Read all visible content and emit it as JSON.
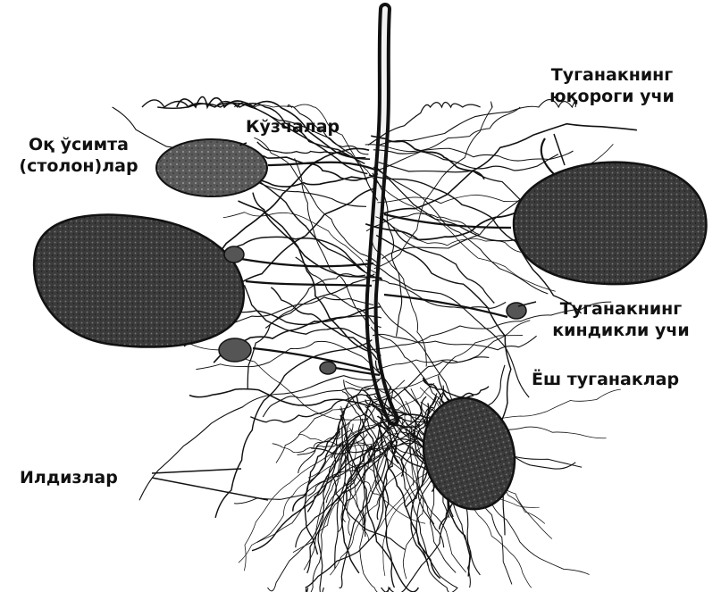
{
  "labels": {
    "stolon_line1": "Оқ ўсимта",
    "stolon_line2": "(столон)лар",
    "buds": "Кўзчалар",
    "top_end_line1": "Туганакнинг",
    "top_end_line2": "юқороги учи",
    "navel_end_line1": "Туганакнинг",
    "navel_end_line2": "киндикли учи",
    "young_tubers": "Ёш туганаклар",
    "roots": "Илдизлар"
  },
  "colors": {
    "ink": "#111111",
    "tuber_fill": "#3a3a3a",
    "background": "#ffffff"
  }
}
